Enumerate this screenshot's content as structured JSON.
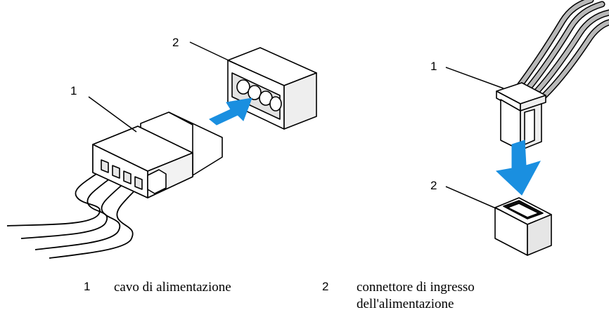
{
  "callouts": {
    "left_1": "1",
    "left_2": "2",
    "right_1": "1",
    "right_2": "2"
  },
  "legend": [
    {
      "number": "1",
      "text": "cavo di alimentazione"
    },
    {
      "number": "2",
      "text": "connettore di ingresso dell'alimentazione"
    }
  ],
  "colors": {
    "arrow": "#1a8fe0",
    "outline": "#000000",
    "connector_face": "#ffffff",
    "connector_shade": "#e8e8e8",
    "cable_wire": "#b9b9b9"
  },
  "icons": [
    "molex-power-cable",
    "molex-power-input-connector",
    "sata-power-cable",
    "sata-power-input-connector",
    "insertion-arrow"
  ]
}
